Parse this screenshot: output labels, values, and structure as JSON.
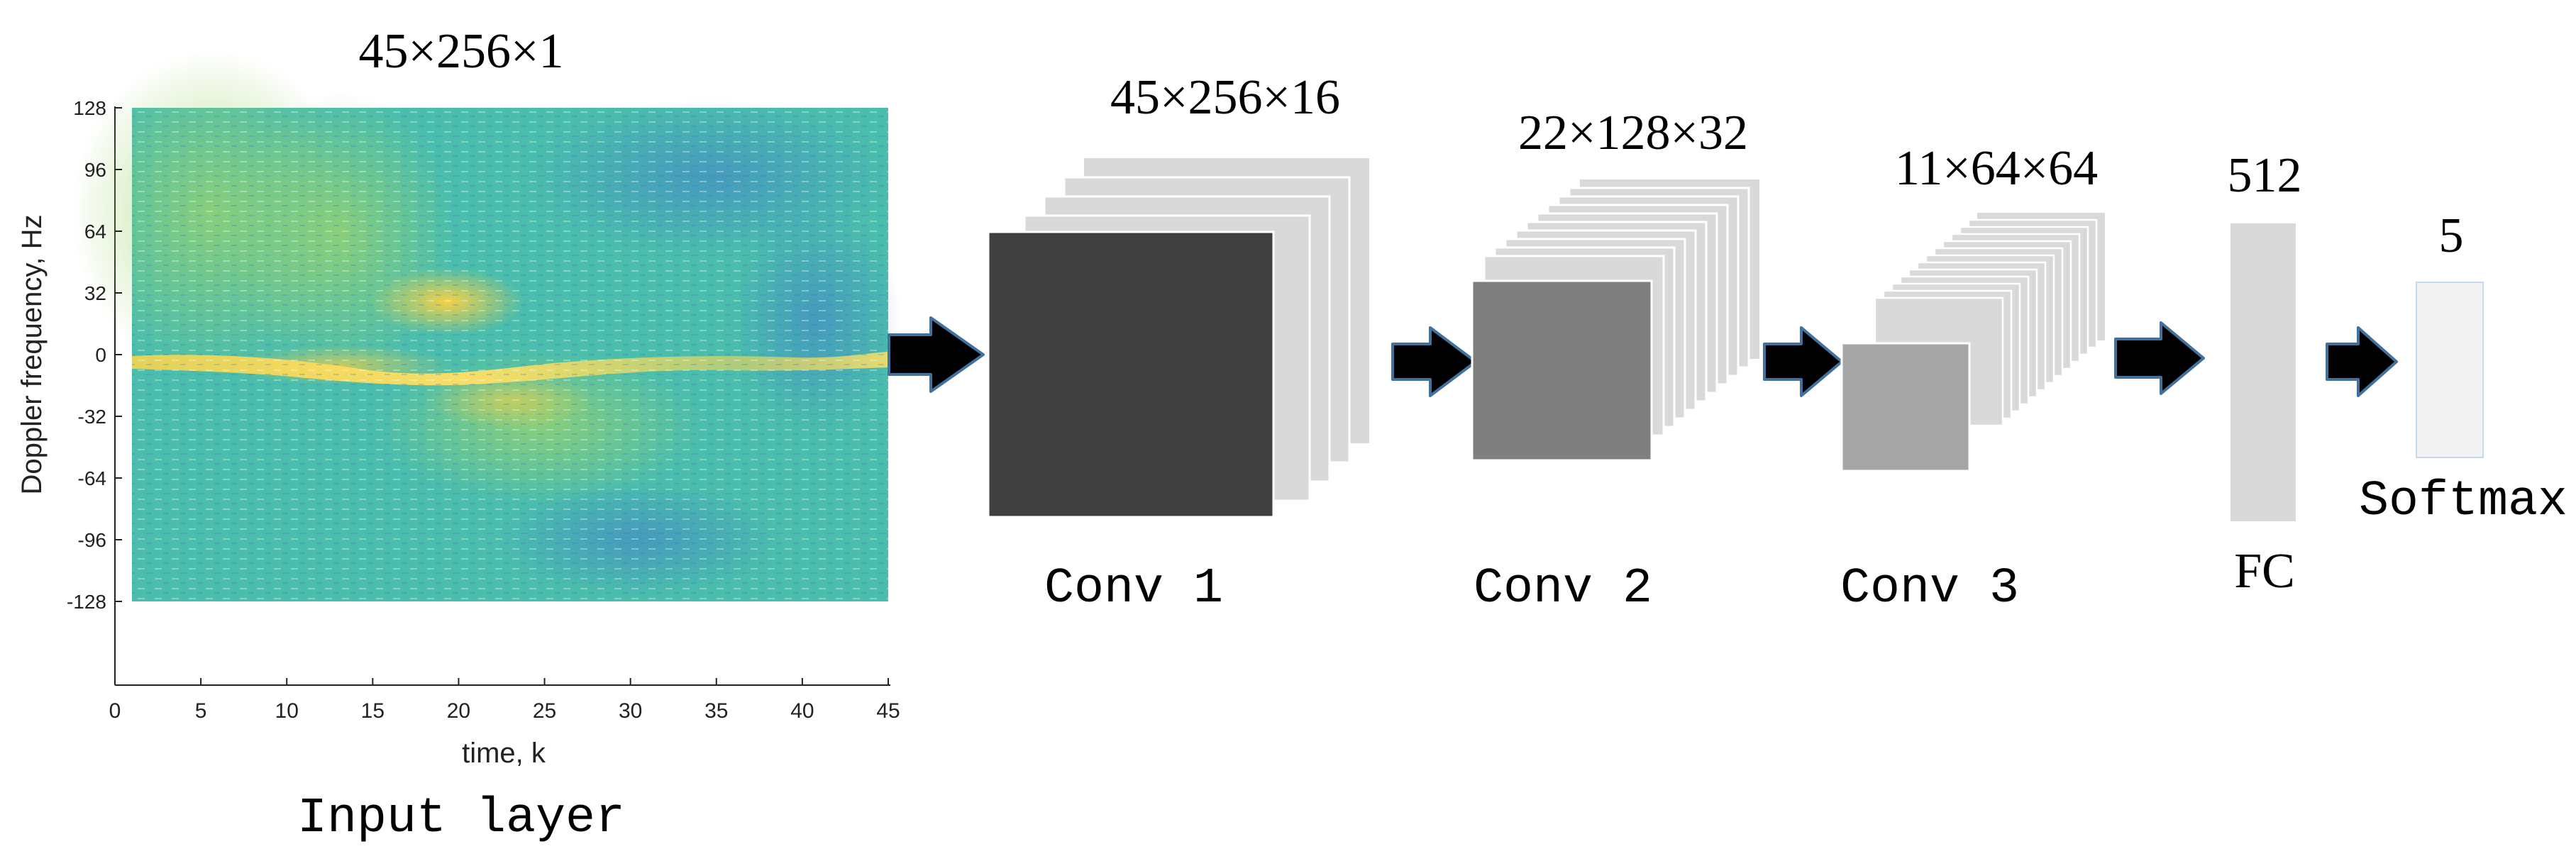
{
  "input": {
    "dims": "45×256×1",
    "caption": "Input layer",
    "plot": {
      "xlabel": "time, k",
      "ylabel": "Doppler frequency, Hz",
      "xticks": [
        "0",
        "5",
        "10",
        "15",
        "20",
        "25",
        "30",
        "35",
        "40",
        "45"
      ],
      "yticks": [
        "128",
        "96",
        "64",
        "32",
        "0",
        "-32",
        "-64",
        "-96",
        "-128"
      ]
    }
  },
  "layers": [
    {
      "id": "conv1",
      "dims": "45×256×16",
      "caption": "Conv 1",
      "front_color": "#404040",
      "maps": 5
    },
    {
      "id": "conv2",
      "dims": "22×128×32",
      "caption": "Conv 2",
      "front_color": "#7f7f7f",
      "maps": 10
    },
    {
      "id": "conv3",
      "dims": "11×64×64",
      "caption": "Conv 3",
      "front_color": "#a6a6a6",
      "maps": 14
    },
    {
      "id": "fc",
      "dims": "512",
      "caption": "FC"
    },
    {
      "id": "softmax",
      "dims": "5",
      "caption": "Softmax"
    }
  ],
  "colors": {
    "stack": "#d9d9d9",
    "fc": "#d9d9d9",
    "softmax": "#f2f2f2",
    "arrow_fill": "#000000",
    "arrow_stroke": "#41719c"
  }
}
